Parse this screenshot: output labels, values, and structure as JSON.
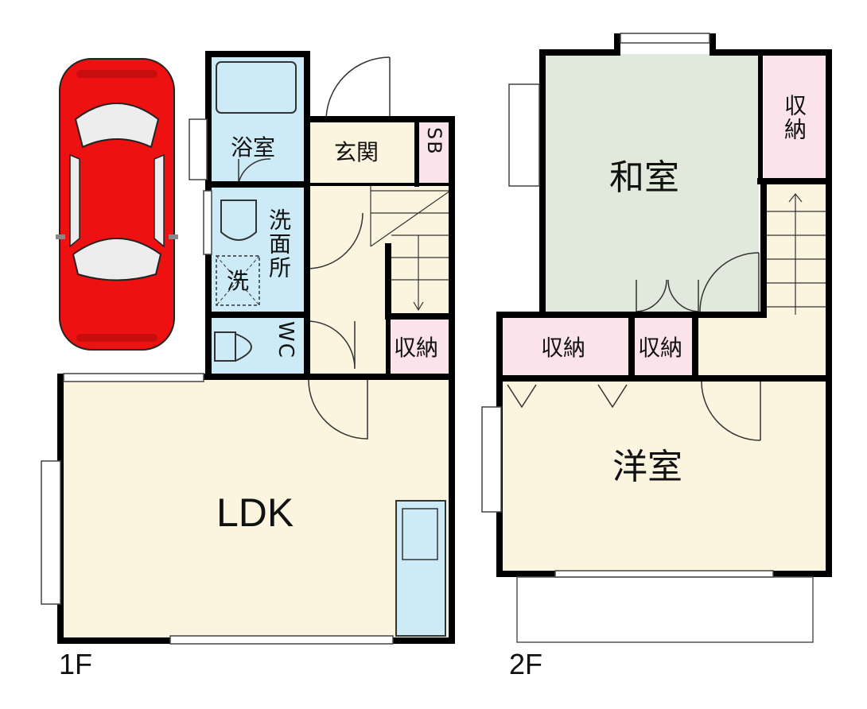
{
  "floors": {
    "first": {
      "label": "1F",
      "rooms": {
        "bath": "浴室",
        "entrance": "玄関",
        "shoebox": "SB",
        "washroom": "洗面所",
        "washer": "洗",
        "wc": "WC",
        "storage": "収納",
        "ldk": "LDK"
      }
    },
    "second": {
      "label": "2F",
      "rooms": {
        "japanese": "和室",
        "storage_right": "収納",
        "storage_left": "収納",
        "storage_mid": "収納",
        "western": "洋室"
      }
    }
  },
  "colors": {
    "wall": "#000000",
    "living": "#fbf5df",
    "wet": "#cdeaf7",
    "storage": "#fbe3ec",
    "tatami": "#e1e8dc",
    "car": "#ee1111"
  }
}
